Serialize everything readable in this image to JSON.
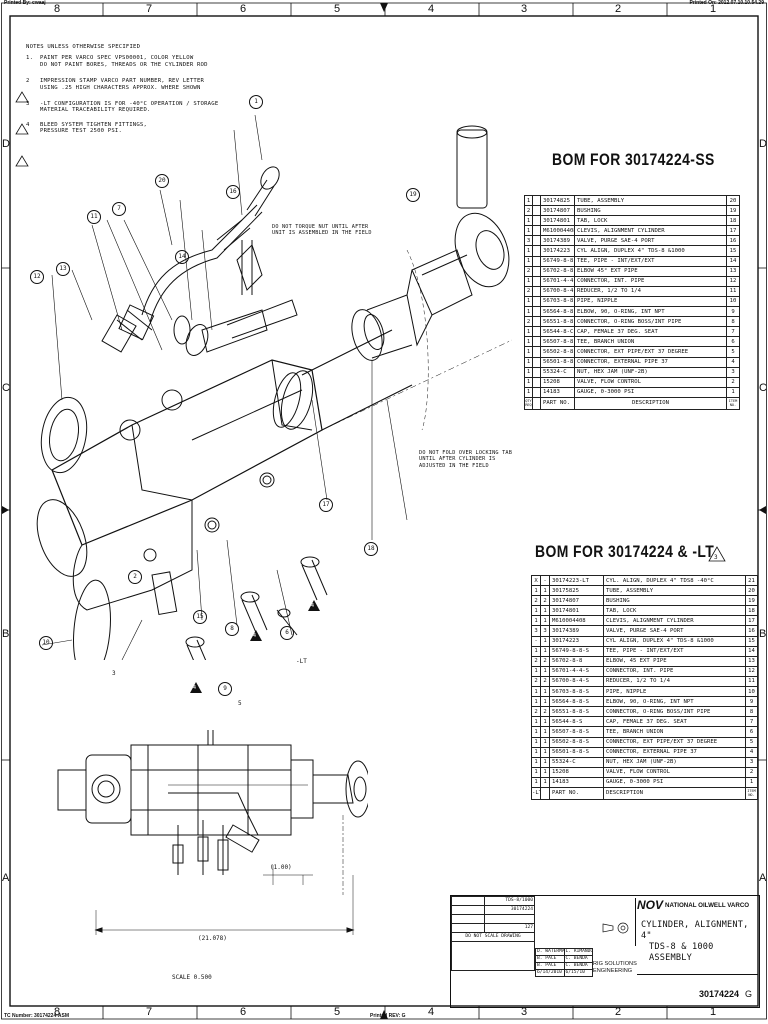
{
  "header": {
    "left": "Printed By: cwaaj",
    "right": "Printed On: 2012.07.10.10.54.29"
  },
  "footer": {
    "left": "TC Number: 30174224-ASM",
    "center": "Printed REV: G"
  },
  "zones": {
    "columns": [
      "8",
      "7",
      "6",
      "5",
      "4",
      "3",
      "2",
      "1"
    ],
    "rows": [
      "D",
      "C",
      "B",
      "A"
    ]
  },
  "notes": {
    "title": "NOTES UNLESS OTHERWISE SPECIFIED",
    "items": [
      {
        "num": "1.",
        "lines": [
          "PAINT PER VARCO SPEC VPS00001, COLOR YELLOW",
          "DO NOT PAINT BORES, THREADS OR THE CYLINDER ROD"
        ]
      },
      {
        "num": "2",
        "lines": [
          "IMPRESSION STAMP VARCO PART NUMBER, REV LETTER",
          "USING .25 HIGH CHARACTERS APPROX. WHERE SHOWN"
        ]
      },
      {
        "num": "3",
        "lines": [
          "-LT CONFIGURATION IS FOR -40°C OPERATION / STORAGE",
          "MATERIAL TRACEABILITY REQUIRED."
        ]
      },
      {
        "num": "4",
        "lines": [
          "BLEED SYSTEM TIGHTEN FITTINGS,",
          "PRESSURE TEST 2500 PSI."
        ]
      }
    ]
  },
  "callouts": {
    "do_not_torque": [
      "DO NOT TORQUE NUT UNTIL AFTER",
      "UNIT IS ASSEMBLED IN THE FIELD"
    ],
    "do_not_fold": [
      "DO NOT FOLD OVER LOCKING TAB",
      "UNTIL AFTER CYLINDER IS",
      "ADJUSTED IN THE FIELD"
    ],
    "lt_mark": "-LT",
    "balloons": [
      "1",
      "20",
      "11",
      "7",
      "16",
      "13",
      "19",
      "12",
      "2",
      "14",
      "18",
      "15",
      "17",
      "8",
      "6",
      "4",
      "5",
      "3",
      "10",
      "9"
    ],
    "dim_small": "(1.00)",
    "dim_large": "(21.078)",
    "scale": "SCALE  0.500"
  },
  "bom_ss": {
    "title": "BOM FOR 30174224-SS",
    "rows": [
      [
        "1",
        "30174825",
        "TUBE, ASSEMBLY",
        "20"
      ],
      [
        "2",
        "30174807",
        "BUSHING",
        "19"
      ],
      [
        "1",
        "30174801",
        "TAB, LOCK",
        "18"
      ],
      [
        "1",
        "M610004408",
        "CLEVIS, ALIGNMENT CYLINDER",
        "17"
      ],
      [
        "3",
        "30174389",
        "VALVE, PURGE SAE-4 PORT",
        "16"
      ],
      [
        "1",
        "30174223",
        "CYL ALIGN, DUPLEX 4\" TDS-8 &1000",
        "15"
      ],
      [
        "1",
        "56749-8-8-C",
        "TEE, PIPE - INT/EXT/EXT",
        "14"
      ],
      [
        "2",
        "56702-8-8",
        "ELBOW 45° EXT PIPE",
        "13"
      ],
      [
        "1",
        "56701-4-4-C",
        "CONNECTOR, INT. PIPE",
        "12"
      ],
      [
        "2",
        "56700-8-4-C",
        "REDUCER, 1/2 TO 1/4",
        "11"
      ],
      [
        "1",
        "56703-8-8-C",
        "PIPE, NIPPLE",
        "10"
      ],
      [
        "1",
        "56564-8-8-C",
        "ELBOW, 90, O-RING, INT NPT",
        "9"
      ],
      [
        "2",
        "56551-8-8-C",
        "CONNECTOR, O-RING BOSS/INT PIPE",
        "8"
      ],
      [
        "1",
        "56544-8-C",
        "CAP, FEMALE 37 DEG. SEAT",
        "7"
      ],
      [
        "1",
        "56507-8-8-C",
        "TEE, BRANCH UNION",
        "6"
      ],
      [
        "1",
        "56502-8-8-C",
        "CONNECTOR, EXT PIPE/EXT 37 DEGREE",
        "5"
      ],
      [
        "1",
        "56501-8-8-C",
        "CONNECTOR, EXTERNAL PIPE 37",
        "4"
      ],
      [
        "1",
        "55324-C",
        "NUT, HEX JAM (UNF-2B)",
        "3"
      ],
      [
        "1",
        "15208",
        "VALVE, FLOW CONTROL",
        "2"
      ],
      [
        "1",
        "14183",
        "GAUGE, 0-3000 PSI",
        "1"
      ]
    ],
    "header": [
      "QTY REQ",
      "",
      "PART NO.",
      "DESCRIPTION",
      "ITEM NO."
    ]
  },
  "bom_lt": {
    "title": "BOM FOR 30174224 & -LT",
    "rows": [
      [
        "X",
        "-",
        "30174223-LT",
        "CYL. ALIGN, DUPLEX 4\" TDS8 -40°C",
        "21"
      ],
      [
        "1",
        "1",
        "30175825",
        "TUBE, ASSEMBLY",
        "20"
      ],
      [
        "2",
        "2",
        "30174807",
        "BUSHING",
        "19"
      ],
      [
        "1",
        "1",
        "30174801",
        "TAB, LOCK",
        "18"
      ],
      [
        "1",
        "1",
        "M610004408",
        "CLEVIS, ALIGNMENT CYLINDER",
        "17"
      ],
      [
        "3",
        "3",
        "30174389",
        "VALVE, PURGE SAE-4 PORT",
        "16"
      ],
      [
        "-",
        "1",
        "30174223",
        "CYL ALIGN, DUPLEX 4\" TDS-8 &1000",
        "15"
      ],
      [
        "1",
        "1",
        "56749-8-8-S",
        "TEE, PIPE - INT/EXT/EXT",
        "14"
      ],
      [
        "2",
        "2",
        "56702-8-8",
        "ELBOW, 45 EXT PIPE",
        "13"
      ],
      [
        "1",
        "1",
        "56701-4-4-S",
        "CONNECTOR, INT. PIPE",
        "12"
      ],
      [
        "2",
        "2",
        "56700-8-4-S",
        "REDUCER, 1/2 TO 1/4",
        "11"
      ],
      [
        "1",
        "1",
        "56703-8-8-S",
        "PIPE, NIPPLE",
        "10"
      ],
      [
        "1",
        "1",
        "56564-8-8-S",
        "ELBOW, 90, O-RING, INT NPT",
        "9"
      ],
      [
        "2",
        "2",
        "56551-8-8-S",
        "CONNECTOR, O-RING BOSS/INT PIPE",
        "8"
      ],
      [
        "1",
        "1",
        "56544-8-S",
        "CAP, FEMALE 37 DEG. SEAT",
        "7"
      ],
      [
        "1",
        "1",
        "56507-8-8-S",
        "TEE, BRANCH UNION",
        "6"
      ],
      [
        "1",
        "1",
        "56502-8-8-S",
        "CONNECTOR, EXT PIPE/EXT 37 DEGREE",
        "5"
      ],
      [
        "1",
        "1",
        "56501-8-8-S",
        "CONNECTOR, EXTERNAL PIPE 37",
        "4"
      ],
      [
        "1",
        "1",
        "55324-C",
        "NUT, HEX JAM (UNF-2B)",
        "3"
      ],
      [
        "1",
        "1",
        "15208",
        "VALVE, FLOW CONTROL",
        "2"
      ],
      [
        "1",
        "1",
        "14183",
        "GAUGE, 0-3000 PSI",
        "1"
      ]
    ],
    "header": [
      "-LT",
      "",
      "PART NO.",
      "DESCRIPTION",
      "ITEM NO."
    ]
  },
  "title_block": {
    "company": "NATIONAL OILWELL VARCO",
    "logo": "NOV",
    "title_line1": "CYLINDER, ALIGNMENT, 4\"",
    "title_line2": "TDS-8 & 1000 ASSEMBLY",
    "drawing_number": "30174224",
    "rev": "G",
    "model": "TDS-8/1000",
    "part_number": "30174224",
    "weight": "127",
    "do_not_scale": "DO NOT SCALE DRAWING",
    "dept": [
      "RIG SOLUTIONS",
      "ENGINEERING"
    ],
    "names": [
      [
        "D. WATERMAN",
        "L. RIMANDO"
      ],
      [
        "B. PACE",
        "C. BENDA"
      ],
      [
        "B. PACE",
        "C. BENDA"
      ],
      [
        "6/14/2010",
        "6/15/10"
      ]
    ],
    "labels": [
      "DRAWN",
      "CHECKED",
      "APPROVED",
      "DATE"
    ]
  }
}
